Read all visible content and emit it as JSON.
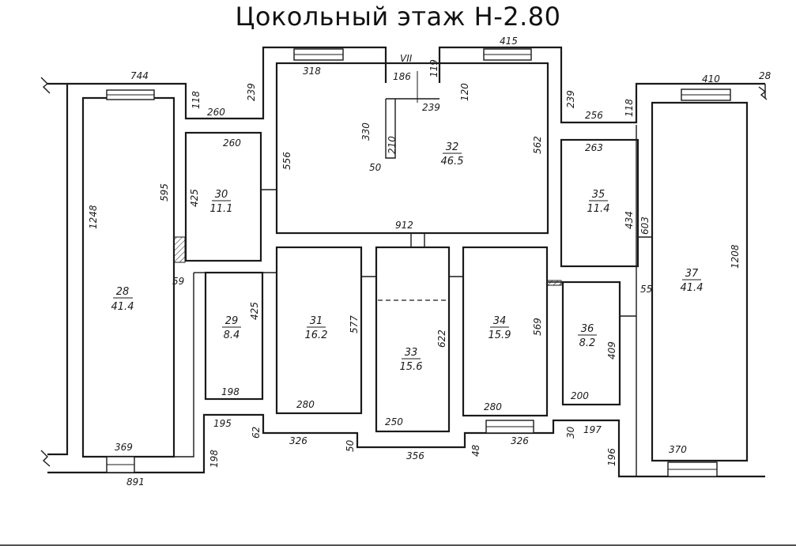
{
  "title": "Цокольный этаж Н-2.80",
  "section_label": "VII",
  "rooms": [
    {
      "id": "room-28",
      "number": "28",
      "area": "41.4"
    },
    {
      "id": "room-29",
      "number": "29",
      "area": "8.4"
    },
    {
      "id": "room-30",
      "number": "30",
      "area": "11.1"
    },
    {
      "id": "room-31",
      "number": "31",
      "area": "16.2"
    },
    {
      "id": "room-32",
      "number": "32",
      "area": "46.5"
    },
    {
      "id": "room-33",
      "number": "33",
      "area": "15.6"
    },
    {
      "id": "room-34",
      "number": "34",
      "area": "15.9"
    },
    {
      "id": "room-35",
      "number": "35",
      "area": "11.4"
    },
    {
      "id": "room-36",
      "number": "36",
      "area": "8.2"
    },
    {
      "id": "room-37",
      "number": "37",
      "area": "41.4"
    }
  ],
  "dims": {
    "d744": "744",
    "d118a": "118",
    "d239a": "239",
    "d260a": "260",
    "d318": "318",
    "d186": "186",
    "d119": "119",
    "d239b": "239",
    "d120": "120",
    "d415": "415",
    "d239c": "239",
    "d256": "256",
    "d118b": "118",
    "d410": "410",
    "d28x": "28",
    "d1248": "1248",
    "d595": "595",
    "d260b": "260",
    "d425a": "425",
    "d556": "556",
    "d330": "330",
    "d210": "210",
    "d50a": "50",
    "d562": "562",
    "d263": "263",
    "d434": "434",
    "d603": "603",
    "d1208": "1208",
    "d912": "912",
    "d59": "59",
    "d425b": "425",
    "d577": "577",
    "d622": "622",
    "d569": "569",
    "d409": "409",
    "d55": "55",
    "d198a": "198",
    "d280a": "280",
    "d250": "250",
    "d280b": "280",
    "d200": "200",
    "d369": "369",
    "d195": "195",
    "d62": "62",
    "d326a": "326",
    "d50b": "50",
    "d356": "356",
    "d48": "48",
    "d326b": "326",
    "d30": "30",
    "d197": "197",
    "d196": "196",
    "d370": "370",
    "d198b": "198",
    "d891": "891"
  }
}
